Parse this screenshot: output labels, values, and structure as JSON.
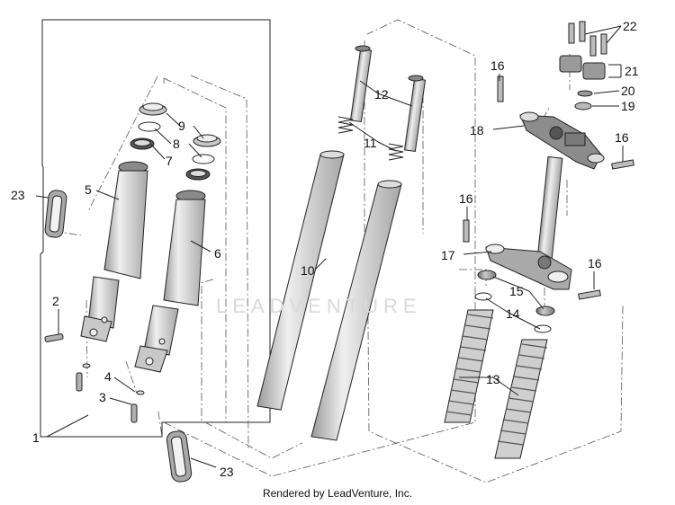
{
  "callouts": [
    "1",
    "2",
    "3",
    "4",
    "5",
    "6",
    "7",
    "8",
    "9",
    "10",
    "11",
    "12",
    "13",
    "14",
    "15",
    "16",
    "17",
    "18",
    "19",
    "20",
    "21",
    "22",
    "23"
  ],
  "watermark": "LEADVENTURE",
  "footer": "Rendered by LeadVenture, Inc.",
  "colors": {
    "part_light": "#e2e2e2",
    "part_mid": "#bdbdbd",
    "part_dark": "#8a8a8a",
    "line": "#222222"
  }
}
